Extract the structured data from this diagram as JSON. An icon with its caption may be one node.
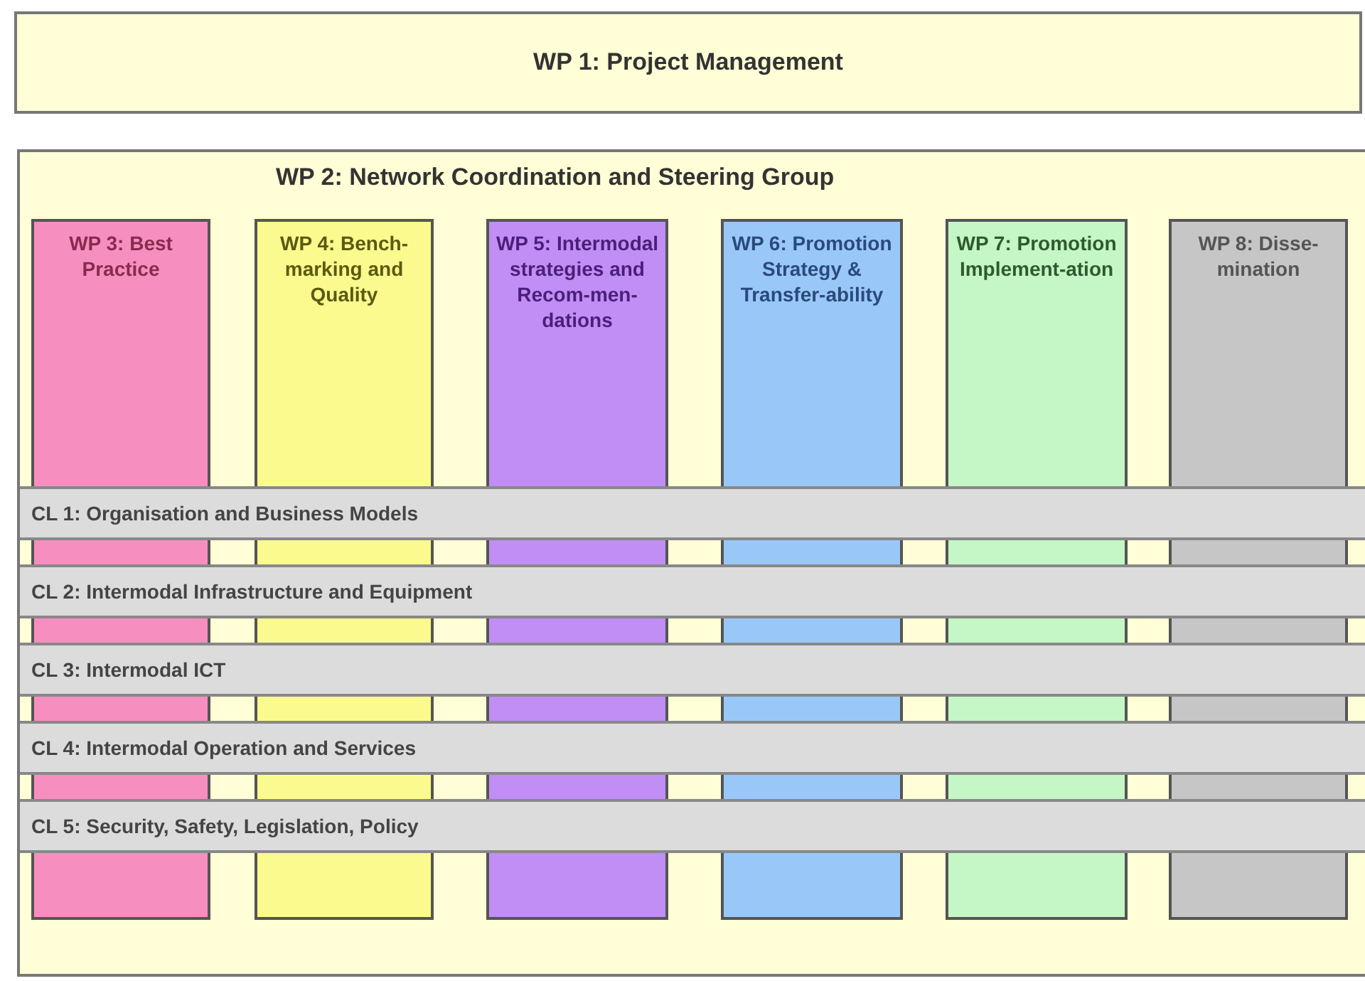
{
  "diagram": {
    "nodes": [
      {
        "text": [
          "WP 1: Project Management"
        ]
      },
      {
        "text": [
          "WP 2: Network Coordination and Steering Group"
        ]
      },
      {
        "text": [
          "WP 3: Best Practice"
        ],
        "in": 1
      },
      {
        "text": [
          "WP 4: Bench-marking and Quality"
        ],
        "in": 1
      },
      {
        "text": [
          "WP 5: Intermodal strategies and Recom-men-dations"
        ],
        "in": 1
      },
      {
        "text": [
          "WP 6: Promotion Strategy & Transfer-ability"
        ],
        "in": 1
      },
      {
        "text": [
          "WP 7: Promotion Implement-ation"
        ],
        "in": 1
      },
      {
        "text": [
          "WP 8: Disse-mination"
        ],
        "in": 1
      },
      {
        "text": [
          "CL 1: Organisation and Business Models"
        ],
        "in": 1
      },
      {
        "text": [
          "CL 2: Intermodal Infrastructure and Equipment"
        ],
        "in": 1
      },
      {
        "text": [
          "CL 3: Intermodal ICT"
        ],
        "in": 1
      },
      {
        "text": [
          "CL 4: Intermodal Operation and Services"
        ],
        "in": 1
      },
      {
        "text": [
          "CL 5: Security, Safety, Legislation, Policy"
        ],
        "in": 1
      }
    ],
    "edges": []
  }
}
